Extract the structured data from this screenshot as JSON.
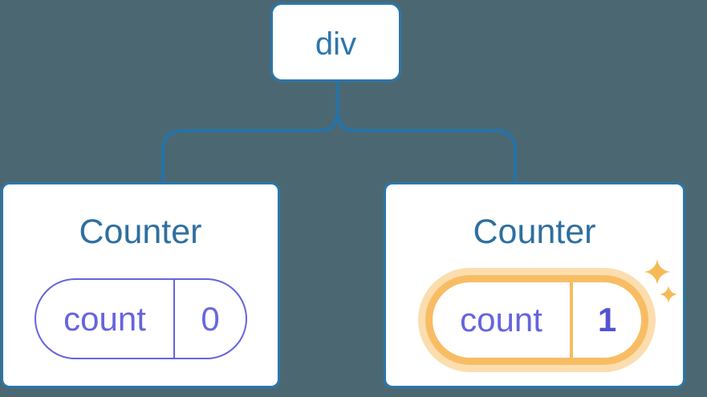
{
  "tree": {
    "root_label": "div",
    "cards": [
      {
        "title": "Counter",
        "state_key": "count",
        "state_value": "0",
        "highlighted": false
      },
      {
        "title": "Counter",
        "state_key": "count",
        "state_value": "1",
        "highlighted": true
      }
    ]
  },
  "icons": {
    "sparkle_large": "sparkle-4-point-star",
    "sparkle_small": "sparkle-4-point-star"
  },
  "colors": {
    "background": "#4B6872",
    "card_background": "#FFFFFF",
    "line_blue": "#2573A9",
    "node_border_blue": "#2B76AB",
    "root_label_blue": "#2E76AC",
    "heading_blue": "#2E6F9F",
    "state_purple": "#6664DC",
    "state_value_purple": "#6968DF",
    "state_value_bold_purple": "#5553CE",
    "highlight_orange": "#F8BD64",
    "highlight_glow_orange": "#FBDDAE",
    "sparkle_orange": "#F5BA58"
  }
}
